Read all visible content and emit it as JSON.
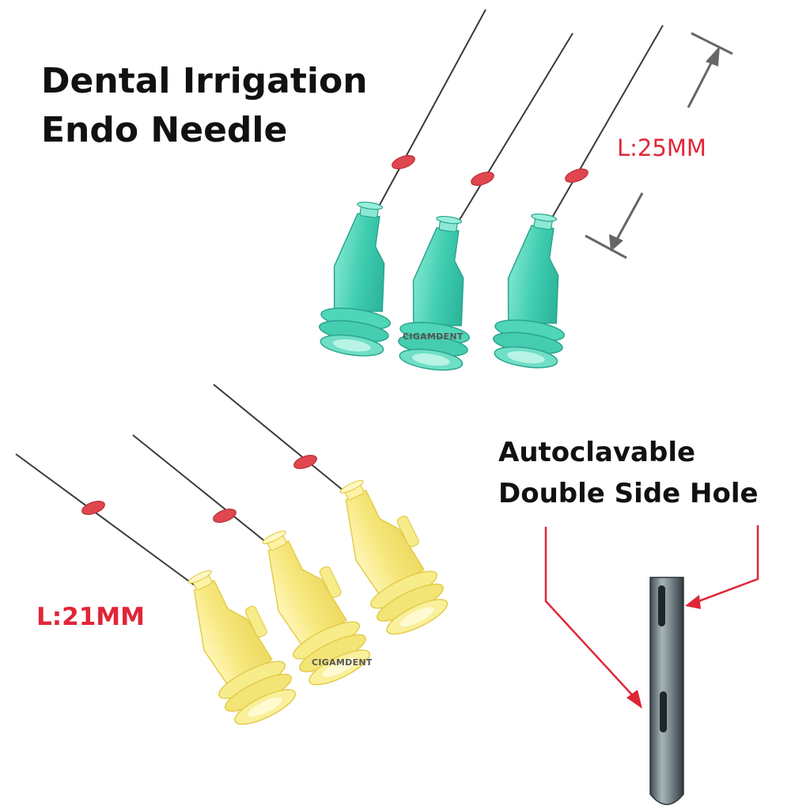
{
  "title": {
    "line1": "Dental Irrigation",
    "line2": "Endo Needle"
  },
  "features": {
    "line1": "Autoclavable",
    "line2": "Double Side Hole"
  },
  "dimensions": {
    "long_needle": "L:25MM",
    "short_needle": "L:21MM"
  },
  "watermark": "CIGAMDENT",
  "colors": {
    "needle_hub_green": "#4fd6b8",
    "needle_hub_yellow": "#f7ec8a",
    "stopper_red": "#e0464e",
    "annotation_red": "#e02638",
    "needle_steel": "#3a3a3a"
  }
}
